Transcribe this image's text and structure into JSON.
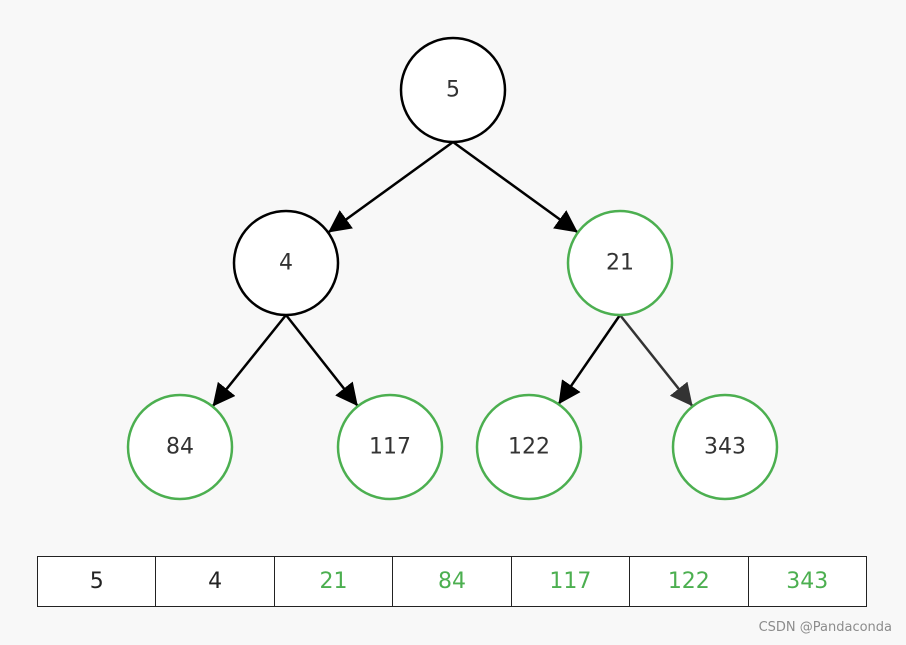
{
  "colors": {
    "black": "#000000",
    "green": "#4caf50",
    "edge_dark": "#333333"
  },
  "tree": {
    "nodes": [
      {
        "id": "n5",
        "label": "5",
        "color": "black"
      },
      {
        "id": "n4",
        "label": "4",
        "color": "black"
      },
      {
        "id": "n21",
        "label": "21",
        "color": "green"
      },
      {
        "id": "n84",
        "label": "84",
        "color": "green"
      },
      {
        "id": "n117",
        "label": "117",
        "color": "green"
      },
      {
        "id": "n122",
        "label": "122",
        "color": "green"
      },
      {
        "id": "n343",
        "label": "343",
        "color": "green"
      }
    ],
    "edges": [
      {
        "from": "n5",
        "to": "n4"
      },
      {
        "from": "n5",
        "to": "n21"
      },
      {
        "from": "n4",
        "to": "n84"
      },
      {
        "from": "n4",
        "to": "n117"
      },
      {
        "from": "n21",
        "to": "n122"
      },
      {
        "from": "n21",
        "to": "n343"
      }
    ]
  },
  "array": [
    {
      "value": "5",
      "color": "black"
    },
    {
      "value": "4",
      "color": "black"
    },
    {
      "value": "21",
      "color": "green"
    },
    {
      "value": "84",
      "color": "green"
    },
    {
      "value": "117",
      "color": "green"
    },
    {
      "value": "122",
      "color": "green"
    },
    {
      "value": "343",
      "color": "green"
    }
  ],
  "watermark": "CSDN @Pandaconda"
}
